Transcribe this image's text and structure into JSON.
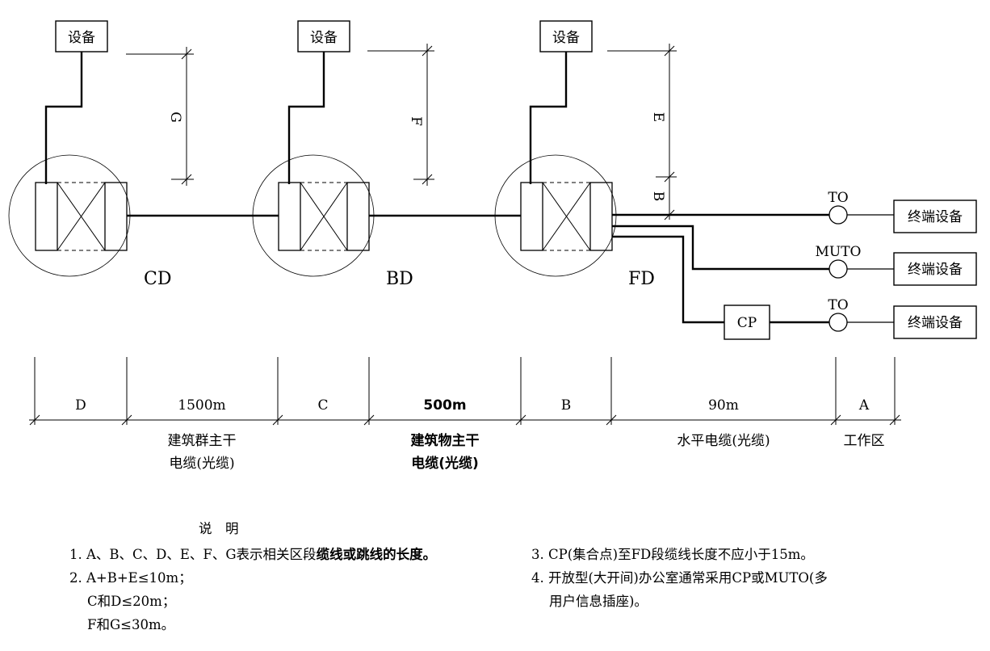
{
  "device_label": "设备",
  "terminal_label": "终端设备",
  "distributors": {
    "cd": "CD",
    "bd": "BD",
    "fd": "FD"
  },
  "outlets": {
    "to1": "TO",
    "muto": "MUTO",
    "to2": "TO",
    "cp": "CP"
  },
  "vertical_segments": {
    "g": "G",
    "f": "F",
    "e": "E",
    "b": "B"
  },
  "segments": [
    {
      "id": "d",
      "label": "D"
    },
    {
      "id": "campus",
      "label": "1500m",
      "caption_1": "建筑群主干",
      "caption_2": "电缆(光缆)"
    },
    {
      "id": "c",
      "label": "C"
    },
    {
      "id": "building",
      "label": "500m",
      "caption_1": "建筑物主干",
      "caption_2": "电缆(光缆)"
    },
    {
      "id": "b",
      "label": "B"
    },
    {
      "id": "horizontal",
      "label": "90m",
      "caption_1": "水平电缆(光缆)"
    },
    {
      "id": "a",
      "label": "A",
      "caption_1": "工作区"
    }
  ],
  "notes": {
    "title": "说　明",
    "n1_a": "1. A、B、C、D、E、F、G表示相关区段",
    "n1_b": "缆线或跳线的长度。",
    "n2_a": "2. A+B+E≤10m；",
    "n2_b": "C和D≤20m；",
    "n2_c": "F和G≤30m。",
    "n3": "3. CP(集合点)至FD段缆线长度不应小于15m。",
    "n4_a": "4. 开放型(大开间)办公室通常采用CP或MUTO(多",
    "n4_b": "用户信息插座)。"
  }
}
